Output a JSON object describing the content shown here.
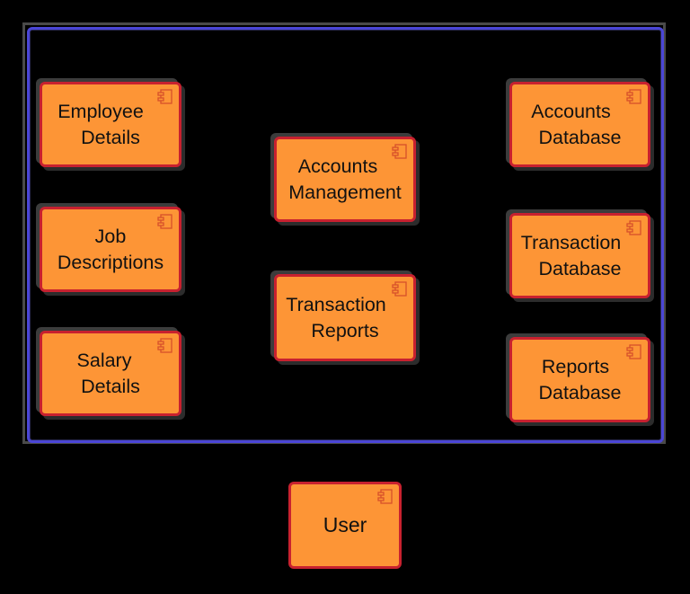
{
  "diagram": {
    "type": "uml-component-diagram",
    "system_boundary": {
      "title": "",
      "border_color": "#4b46d6"
    },
    "colors": {
      "background": "#000000",
      "component_fill": "#fd9536",
      "component_border": "#c8212f",
      "text": "#111111"
    },
    "component_icon": "uml-component-icon",
    "components": [
      {
        "id": "employee-details",
        "lines": [
          "Employee",
          "Details"
        ],
        "column": "left",
        "row": 1
      },
      {
        "id": "job-descriptions",
        "lines": [
          "Job",
          "Descriptions"
        ],
        "column": "left",
        "row": 2
      },
      {
        "id": "salary-details",
        "lines": [
          "Salary",
          "Details"
        ],
        "column": "left",
        "row": 3
      },
      {
        "id": "accounts-management",
        "lines": [
          "Accounts",
          "Management"
        ],
        "column": "center",
        "row": 1
      },
      {
        "id": "transaction-reports",
        "lines": [
          "Transaction",
          "Reports"
        ],
        "column": "center",
        "row": 2
      },
      {
        "id": "accounts-database",
        "lines": [
          "Accounts",
          "Database"
        ],
        "column": "right",
        "row": 1
      },
      {
        "id": "transaction-database",
        "lines": [
          "Transaction",
          "Database"
        ],
        "column": "right",
        "row": 2
      },
      {
        "id": "reports-database",
        "lines": [
          "Reports",
          "Database"
        ],
        "column": "right",
        "row": 3
      }
    ],
    "external_actor": {
      "id": "user",
      "lines": [
        "User"
      ]
    }
  }
}
